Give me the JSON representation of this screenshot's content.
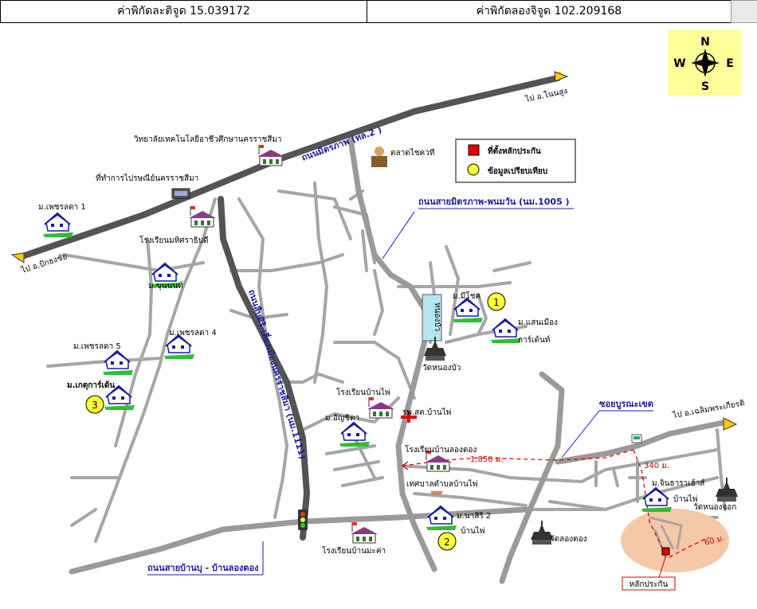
{
  "header": {
    "latitude": "ค่าพิกัดละติจูด 15.039172",
    "longitude": "ค่าพิกัดลองจิจูด 102.209168"
  },
  "compass": {
    "n": "N",
    "s": "S",
    "e": "E",
    "w": "W"
  },
  "legend": {
    "marker_label": "ที่ตั้งหลักประกัน",
    "compare_label": "ข้อมูลเปรียบเทียบ"
  },
  "roads": {
    "mittraphap": "ถนนมิตรภาพ (ทล.2 )",
    "mittraphap_phanom": "ถนนสายมิตรภาพ-พนมวัน (นม.1005 )",
    "suebsiri": "ถนนสืบศิริ-เลี่ยงเมืองนครราชสีมา (นม.1111)",
    "banyu": "ถนนสายบ้านบุ - บ้านลองตอง",
    "soi": "ซอยบูรณะเขต"
  },
  "directions": {
    "to_nonsung": "ไป อ.โนนสูง",
    "to_pakthongchai": "ไป อ.ปักธงชัย",
    "to_chaloem": "ไป อ.เฉลิมพระเกียรติ"
  },
  "places": {
    "college": "วิทยาลัยเทคโนโลยีอาชีวศึกษานครราชสีมา",
    "post": "ที่ทำการไปรษณีย์นครราชสีมา",
    "market": "ตลาดไชควที",
    "school_phet": "โรงเรียนมหิศราธิบดี",
    "phetrada1": "ม.เพชรลดา 1",
    "khunnon": "ม.ขุนนนท์",
    "phetrada4": "ม.เพชรลดา 4",
    "phetrada5": "ม.เพชรลดา 5",
    "kekgarden": "ม.เกตุการ์เด้น",
    "pond": "หนองบัว",
    "wat_nongbua": "วัดหนองบัว",
    "michok": "ม.มีโชค",
    "saenmueang1": "ม.แสนเมือง",
    "saenmueang2": "การ์เด้นท์",
    "school_banphai": "โรงเรียนบ้านไพ่",
    "hospital": "รพ.สต.บ้านไพ่",
    "anchita": "ม.อัญชิตา",
    "school_longtong": "โรงเรียนบ้านลองตอง",
    "tambon": "เทศบาลตำบลบ้านไพ่",
    "natsiri1": "ม.นาสิริ 2",
    "natsiri2": "บ้านไพ่",
    "school_makham": "โรงเรียนบ้านมะค่า",
    "wat_longtong": "วัดลองตอง",
    "chindarat1": "ม.จินธาราเฮ้าส์",
    "chindarat2": "บ้านไพ่",
    "wat_nongchok": "วัดหนองจอก",
    "collateral": "หลักประกัน"
  },
  "distances": {
    "d1": "1,850 ม.",
    "d2": "340 ม.",
    "d3": "60 ม."
  },
  "markers": {
    "m1": "1",
    "m2": "2",
    "m3": "3"
  },
  "colors": {
    "road": "#a6a6a6",
    "highway": "#545454",
    "road_label": "#1a1aa6",
    "marker": "#ffff33",
    "collateral": "#e80000",
    "compass_bg": "#ffff99",
    "zone": "#f5c8a8"
  }
}
